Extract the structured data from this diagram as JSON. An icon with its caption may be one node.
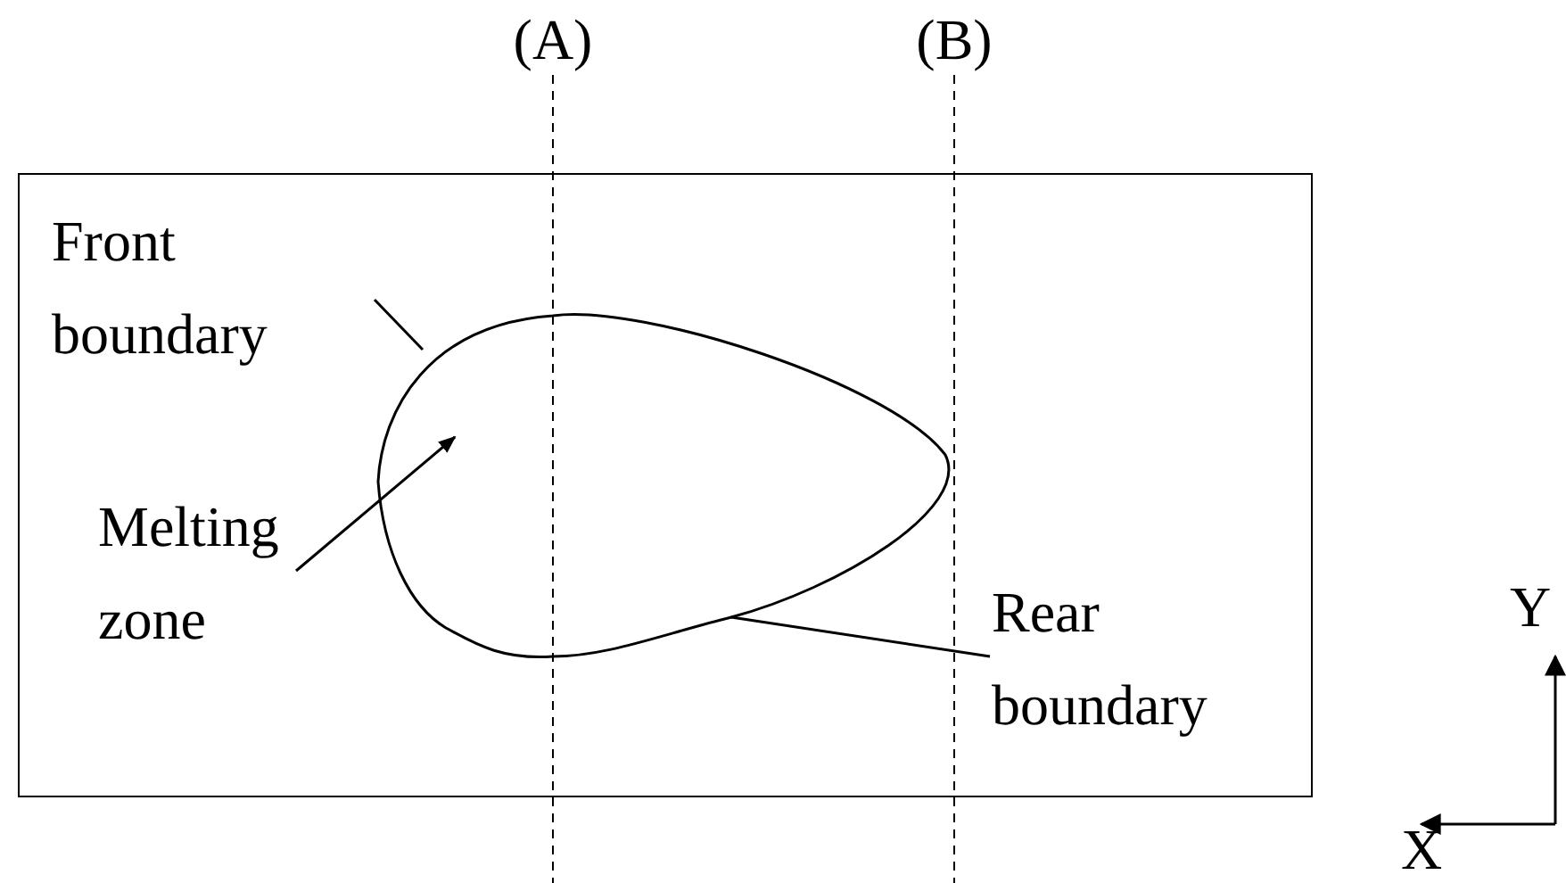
{
  "diagram": {
    "nodes": [
      {
        "text": [],
        "shape": "box"
      },
      {
        "text": [],
        "shape": "oval",
        "in": 0
      },
      {
        "text": [
          "Front boundary"
        ],
        "in": 0
      },
      {
        "text": [
          "Melting zone"
        ],
        "in": 0
      },
      {
        "text": [
          "Rear boundary"
        ],
        "in": 0
      }
    ],
    "edges": [
      {
        "from": 2,
        "to": 1,
        "arrow": "none"
      },
      {
        "from": 3,
        "to": 1,
        "arrow": "to"
      },
      {
        "from": 4,
        "to": 1,
        "arrow": "none"
      }
    ],
    "labels": [
      "(A)",
      "(B)",
      "Y",
      "X"
    ]
  }
}
